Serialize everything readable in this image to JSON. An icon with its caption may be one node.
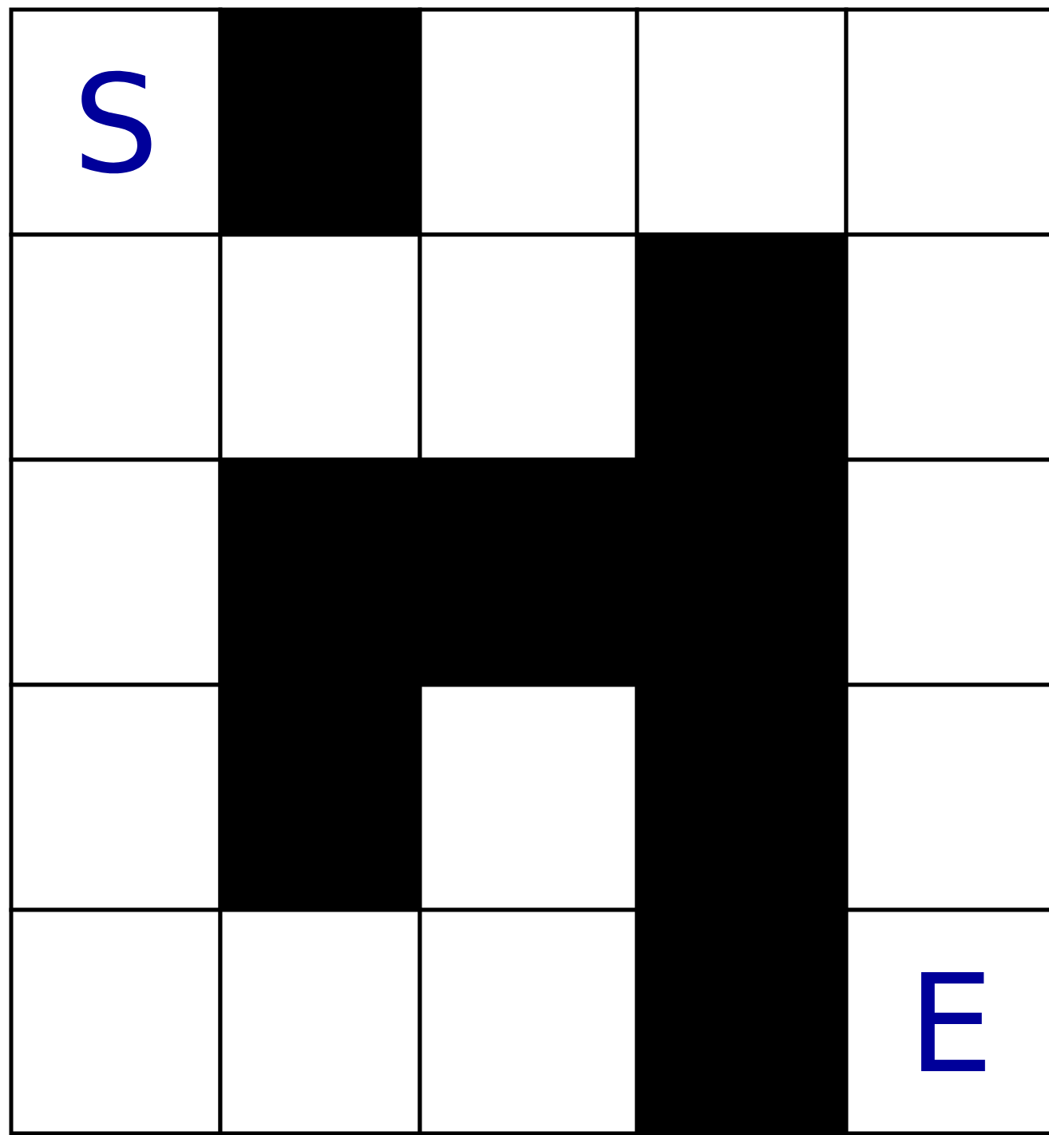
{
  "diagram": {
    "nodes": [
      {
        "text": [
          "S"
        ]
      },
      {
        "text": [],
        "shape": "box"
      },
      {
        "text": [],
        "shape": "box"
      },
      {
        "text": [],
        "shape": "box"
      },
      {
        "text": [],
        "shape": "box"
      },
      {
        "text": [],
        "shape": "box"
      },
      {
        "text": [],
        "shape": "box"
      },
      {
        "text": [],
        "shape": "box"
      },
      {
        "text": [],
        "shape": "box"
      },
      {
        "text": [],
        "shape": "box"
      },
      {
        "text": [],
        "shape": "box"
      },
      {
        "text": [],
        "shape": "box"
      },
      {
        "text": [],
        "shape": "box"
      },
      {
        "text": [],
        "shape": "box"
      },
      {
        "text": [],
        "shape": "box"
      },
      {
        "text": [],
        "shape": "box"
      },
      {
        "text": [],
        "shape": "box"
      },
      {
        "text": [],
        "shape": "box"
      },
      {
        "text": [],
        "shape": "box"
      },
      {
        "text": [],
        "shape": "box"
      },
      {
        "text": [],
        "shape": "box"
      },
      {
        "text": [],
        "shape": "box"
      },
      {
        "text": [],
        "shape": "box"
      },
      {
        "text": [],
        "shape": "box"
      },
      {
        "text": [
          "E"
        ]
      }
    ]
  }
}
